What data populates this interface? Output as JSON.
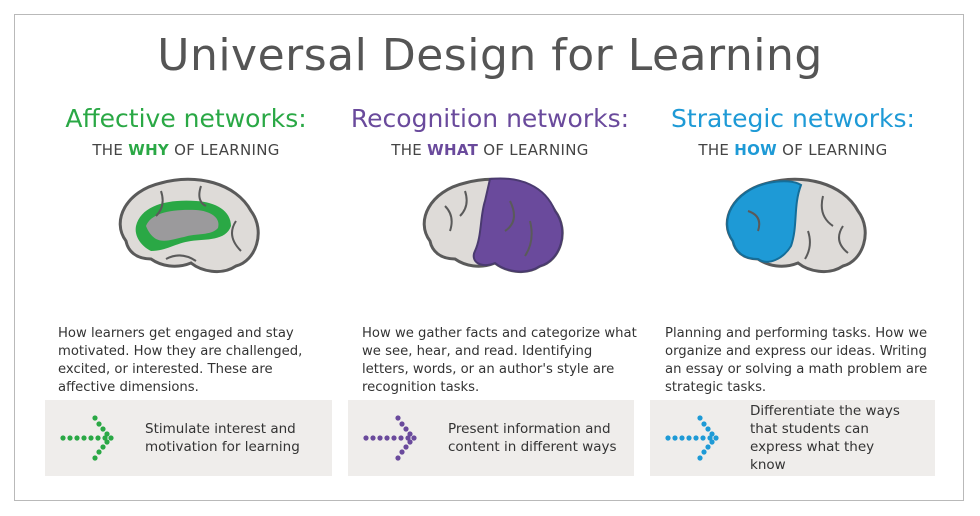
{
  "title": "Universal Design for Learning",
  "columns": [
    {
      "heading": "Affective networks:",
      "sub_pre": "THE ",
      "sub_key": "WHY",
      "sub_post": " OF LEARNING",
      "color": "#2aa845",
      "description": "How learners get engaged and stay motivated. How they are challenged, excited, or interested. These are affective dimensions.",
      "action": "Stimulate interest and motivation for learning",
      "icon": "brain-limbic-icon"
    },
    {
      "heading": "Recognition networks:",
      "sub_pre": "THE ",
      "sub_key": "WHAT",
      "sub_post": " OF LEARNING",
      "color": "#6a4a9c",
      "description": "How we gather facts and categorize what we see, hear, and read. Identifying letters, words, or an author's style are recognition tasks.",
      "action": "Present information and content in different ways",
      "icon": "brain-posterior-icon"
    },
    {
      "heading": "Strategic networks:",
      "sub_pre": "THE ",
      "sub_key": "HOW",
      "sub_post": " OF LEARNING",
      "color": "#1e9ad6",
      "description": "Planning and performing tasks. How we organize and express our ideas. Writing an essay or solving a math problem are strategic tasks.",
      "action": "Differentiate the ways that students can express what they know",
      "icon": "brain-frontal-icon"
    }
  ]
}
